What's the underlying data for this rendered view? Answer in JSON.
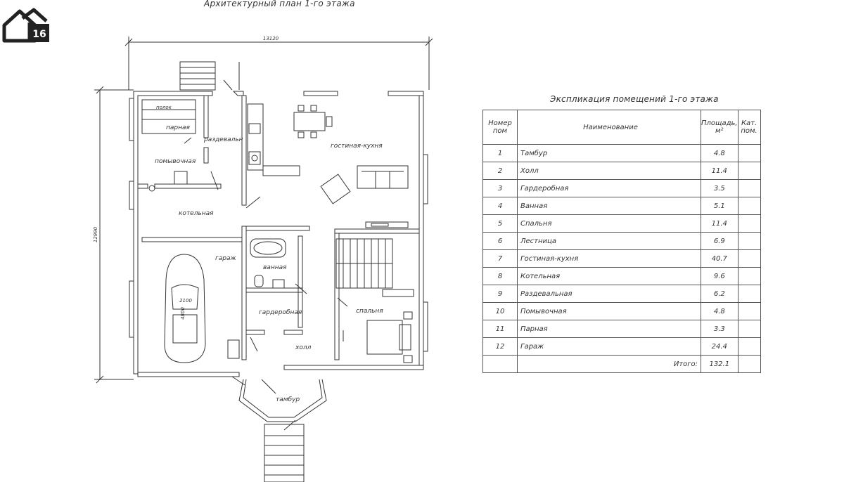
{
  "plan": {
    "title": "Архитектурный план 1-го этажа",
    "dim_top": "13120",
    "dim_left": "12990",
    "car_width": "2100",
    "car_length": "4800",
    "rooms": {
      "porch": "полок",
      "steam": "парная",
      "dressing": "раздевальн",
      "wash": "помывочная",
      "boiler": "котельная",
      "garage": "гараж",
      "bath": "ванная",
      "wardrobe": "гардеробная",
      "hall": "холл",
      "living": "гостиная-кухня",
      "bedroom": "спальня",
      "vestibule": "тамбур"
    }
  },
  "explication": {
    "title": "Экспликация помещений 1-го этажа",
    "headers": {
      "num": [
        "Номер",
        "пом"
      ],
      "name": "Наименование",
      "area": [
        "Площадь,",
        "м²"
      ],
      "kat": [
        "Кат.",
        "пом."
      ]
    },
    "rows": [
      {
        "num": "1",
        "name": "Тамбур",
        "area": "4.8"
      },
      {
        "num": "2",
        "name": "Холл",
        "area": "11.4"
      },
      {
        "num": "3",
        "name": "Гардеробная",
        "area": "3.5"
      },
      {
        "num": "4",
        "name": "Ванная",
        "area": "5.1"
      },
      {
        "num": "5",
        "name": "Спальня",
        "area": "11.4"
      },
      {
        "num": "6",
        "name": "Лестница",
        "area": "6.9"
      },
      {
        "num": "7",
        "name": "Гостиная-кухня",
        "area": "40.7"
      },
      {
        "num": "8",
        "name": "Котельная",
        "area": "9.6"
      },
      {
        "num": "9",
        "name": "Раздевальная",
        "area": "6.2"
      },
      {
        "num": "10",
        "name": "Помывочная",
        "area": "4.8"
      },
      {
        "num": "11",
        "name": "Парная",
        "area": "3.3"
      },
      {
        "num": "12",
        "name": "Гараж",
        "area": "24.4"
      }
    ],
    "total_label": "Итого:",
    "total_value": "132.1"
  },
  "logo": {
    "badge": "16"
  }
}
